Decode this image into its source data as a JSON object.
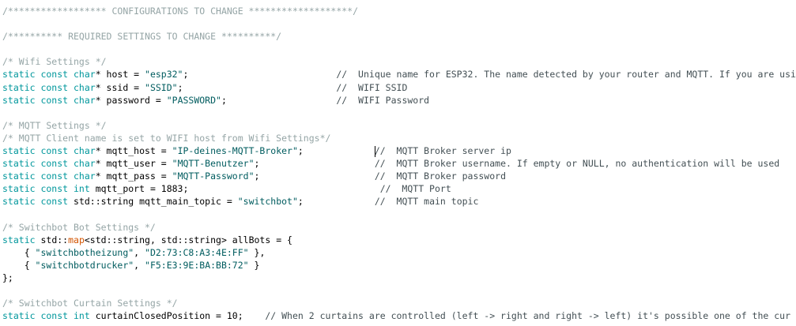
{
  "editor": {
    "colors": {
      "comment": "#95a5a6",
      "inline_comment": "#434f54",
      "keyword": "#00979c",
      "string": "#005c5f",
      "type_highlight": "#d35400"
    },
    "lines": [
      [
        [
          "c",
          "/****************** CONFIGURATIONS TO CHANGE *******************/"
        ]
      ],
      [],
      [
        [
          "c",
          "/********** REQUIRED SETTINGS TO CHANGE **********/"
        ]
      ],
      [],
      [
        [
          "c",
          "/* Wifi Settings */"
        ]
      ],
      [
        [
          "k",
          "static const char"
        ],
        [
          "p",
          "* host = "
        ],
        [
          "s",
          "\"esp32\""
        ],
        [
          "p",
          ";                           "
        ],
        [
          "ic",
          "//  Unique name for ESP32. The name detected by your router and MQTT. If you are usi"
        ]
      ],
      [
        [
          "k",
          "static const char"
        ],
        [
          "p",
          "* ssid = "
        ],
        [
          "s",
          "\"SSID\""
        ],
        [
          "p",
          ";                            "
        ],
        [
          "ic",
          "//  WIFI SSID"
        ]
      ],
      [
        [
          "k",
          "static const char"
        ],
        [
          "p",
          "* password = "
        ],
        [
          "s",
          "\"PASSWORD\""
        ],
        [
          "p",
          ";                    "
        ],
        [
          "ic",
          "//  WIFI Password"
        ]
      ],
      [],
      [
        [
          "c",
          "/* MQTT Settings */"
        ]
      ],
      [
        [
          "c",
          "/* MQTT Client name is set to WIFI host from Wifi Settings*/"
        ]
      ],
      [
        [
          "k",
          "static const char"
        ],
        [
          "p",
          "* mqtt_host = "
        ],
        [
          "s",
          "\"IP-deines-MQTT-Broker\""
        ],
        [
          "p",
          ";             "
        ],
        [
          "cursor",
          ""
        ],
        [
          "ic",
          "//  MQTT Broker server ip"
        ]
      ],
      [
        [
          "k",
          "static const char"
        ],
        [
          "p",
          "* mqtt_user = "
        ],
        [
          "s",
          "\"MQTT-Benutzer\""
        ],
        [
          "p",
          ";                     "
        ],
        [
          "ic",
          "//  MQTT Broker username. If empty or NULL, no authentication will be used"
        ]
      ],
      [
        [
          "k",
          "static const char"
        ],
        [
          "p",
          "* mqtt_pass = "
        ],
        [
          "s",
          "\"MQTT-Password\""
        ],
        [
          "p",
          ";                     "
        ],
        [
          "ic",
          "//  MQTT Broker password"
        ]
      ],
      [
        [
          "k",
          "static const int"
        ],
        [
          "p",
          " mqtt_port = 1883;                                   "
        ],
        [
          "ic",
          "//  MQTT Port"
        ]
      ],
      [
        [
          "k",
          "static const"
        ],
        [
          "p",
          " std::string mqtt_main_topic = "
        ],
        [
          "s",
          "\"switchbot\""
        ],
        [
          "p",
          ";             "
        ],
        [
          "ic",
          "//  MQTT main topic"
        ]
      ],
      [],
      [
        [
          "c",
          "/* Switchbot Bot Settings */"
        ]
      ],
      [
        [
          "k",
          "static"
        ],
        [
          "p",
          " std::"
        ],
        [
          "o",
          "map"
        ],
        [
          "p",
          "<std::string, std::string> allBots = {"
        ]
      ],
      [
        [
          "p",
          "    { "
        ],
        [
          "s",
          "\"switchbotheizung\""
        ],
        [
          "p",
          ", "
        ],
        [
          "s",
          "\"D2:73:C8:A3:4E:FF\""
        ],
        [
          "p",
          " },"
        ]
      ],
      [
        [
          "p",
          "    { "
        ],
        [
          "s",
          "\"switchbotdrucker\""
        ],
        [
          "p",
          ", "
        ],
        [
          "s",
          "\"F5:E3:9E:BA:BB:72\""
        ],
        [
          "p",
          " }"
        ]
      ],
      [
        [
          "p",
          "};"
        ]
      ],
      [],
      [
        [
          "c",
          "/* Switchbot Curtain Settings */"
        ]
      ],
      [
        [
          "k",
          "static const int"
        ],
        [
          "p",
          " curtainClosedPosition = 10;    "
        ],
        [
          "ic",
          "// When 2 curtains are controlled (left -> right and right -> left) it's possible one of the cur"
        ]
      ]
    ]
  }
}
